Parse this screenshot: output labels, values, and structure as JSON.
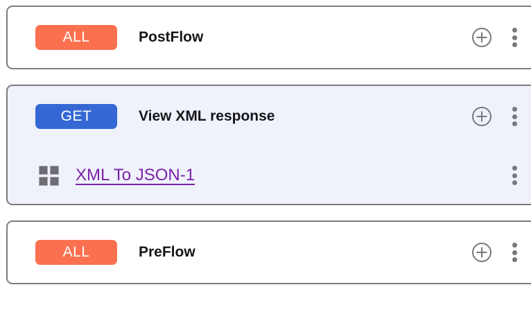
{
  "theme": {
    "card_border": "#7c7c80",
    "card_background": "#ffffff",
    "selected_card_background": "#eff2fb",
    "badge_all_color": "#fb7150",
    "badge_get_color": "#3568d4",
    "link_color": "#7b21a8",
    "icon_gray": "#78787c",
    "title_color": "#16161a"
  },
  "flows": [
    {
      "badge": "ALL",
      "badge_type": "all",
      "title": "PostFlow",
      "selected": false,
      "add_icon": "plus-circle-icon",
      "menu_icon": "kebab-menu-icon",
      "steps": []
    },
    {
      "badge": "GET",
      "badge_type": "get",
      "title": "View XML response",
      "selected": true,
      "add_icon": "plus-circle-icon",
      "menu_icon": "kebab-menu-icon",
      "steps": [
        {
          "icon": "policy-grid-icon",
          "label": "XML To JSON-1",
          "menu_icon": "kebab-menu-icon"
        }
      ]
    },
    {
      "badge": "ALL",
      "badge_type": "all",
      "title": "PreFlow",
      "selected": false,
      "add_icon": "plus-circle-icon",
      "menu_icon": "kebab-menu-icon",
      "steps": []
    }
  ]
}
